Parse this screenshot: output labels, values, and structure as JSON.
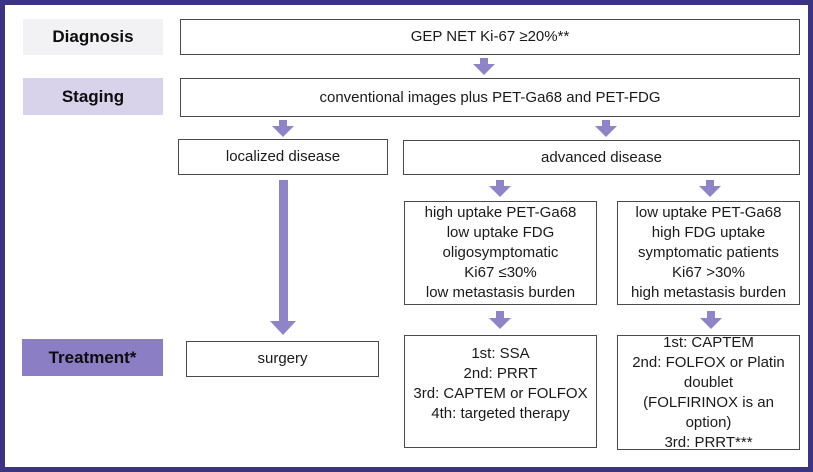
{
  "palette": {
    "frame_border": "#3b3383",
    "arrow": "#8f84c8",
    "diagnosis_label_bg": "#f2f1f3",
    "staging_label_bg": "#d8d3ea",
    "treatment_label_bg": "#8b7ec4",
    "box_border": "#4a4a4a"
  },
  "stage_labels": {
    "diagnosis": "Diagnosis",
    "staging": "Staging",
    "treatment": "Treatment*"
  },
  "flow": {
    "diagnosis_box": "GEP NET Ki-67 ≥20%**",
    "staging_box": "conventional images plus PET-Ga68 and PET-FDG",
    "localized_box": "localized disease",
    "advanced_box": "advanced disease",
    "criteria_left": {
      "lines": [
        "high uptake PET-Ga68",
        "low uptake FDG",
        "oligosymptomatic",
        "Ki67 ≤30%",
        "low metastasis burden"
      ]
    },
    "criteria_right": {
      "lines": [
        "low uptake PET-Ga68",
        "high FDG uptake",
        "symptomatic patients",
        "Ki67 >30%",
        "high metastasis burden"
      ]
    },
    "surgery_box": "surgery",
    "treatment_left": {
      "lines": [
        "1st: SSA",
        "2nd: PRRT",
        "3rd: CAPTEM or FOLFOX",
        "4th: targeted therapy"
      ]
    },
    "treatment_right": {
      "lines": [
        "1st: CAPTEM",
        "2nd: FOLFOX or Platin doublet",
        "(FOLFIRINOX is an option)",
        "3rd: PRRT***"
      ]
    }
  }
}
